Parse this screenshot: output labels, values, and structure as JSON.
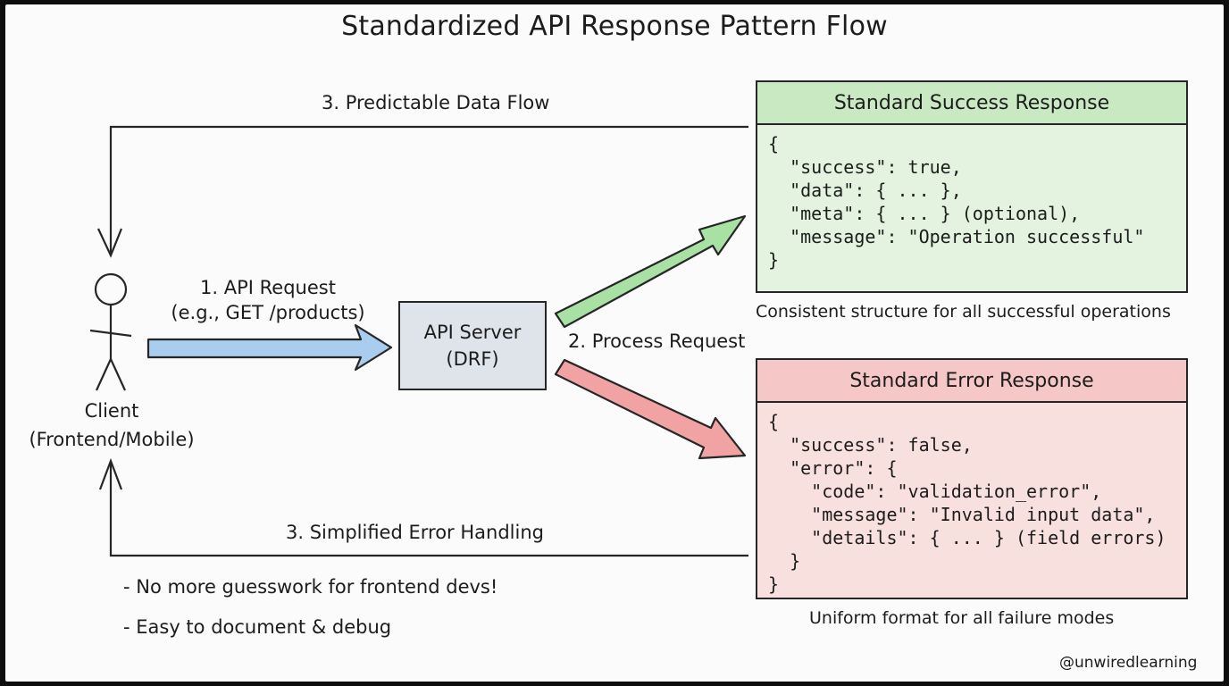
{
  "title": "Standardized API Response Pattern Flow",
  "client": {
    "line1": "Client",
    "line2": "(Frontend/Mobile)"
  },
  "request": {
    "line1": "1. API Request",
    "line2": "(e.g., GET /products)"
  },
  "server": {
    "line1": "API Server",
    "line2": "(DRF)"
  },
  "process_label": "2. Process Request",
  "predictable_label": "3. Predictable Data Flow",
  "error_handling_label": "3. Simplified Error Handling",
  "success_panel": {
    "title": "Standard Success Response",
    "code": "{\n  \"success\": true,\n  \"data\": { ... },\n  \"meta\": { ... } (optional),\n  \"message\": \"Operation successful\"\n}",
    "caption": "Consistent structure for all successful operations"
  },
  "error_panel": {
    "title": "Standard Error Response",
    "code": "{\n  \"success\": false,\n  \"error\": {\n    \"code\": \"validation_error\",\n    \"message\": \"Invalid input data\",\n    \"details\": { ... } (field errors)\n  }\n}",
    "caption": "Uniform format for all failure modes"
  },
  "bullets": [
    "- No more guesswork for frontend devs!",
    "- Easy to document & debug"
  ],
  "handle": "@unwiredlearning",
  "colors": {
    "request_arrow": "#a9cdee",
    "success_arrow": "#a9e0a3",
    "error_arrow": "#f1a3a3",
    "server_fill": "#dfe4ea",
    "success_fill": "#e3f3df",
    "error_fill": "#f8e0df"
  }
}
